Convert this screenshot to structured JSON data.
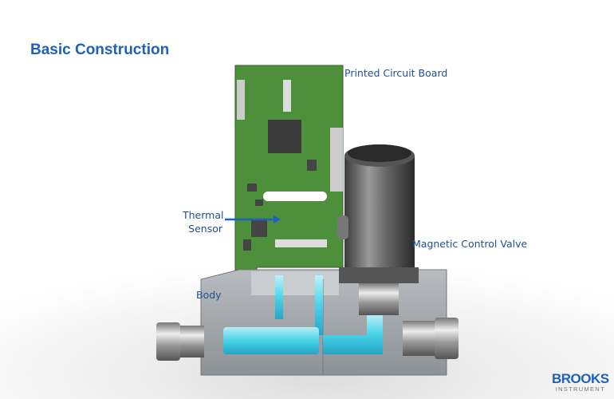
{
  "title": "Basic Construction",
  "labels": {
    "pcb": "Printed Circuit Board",
    "thermal_sensor_line1": "Thermal",
    "thermal_sensor_line2": "Sensor",
    "valve": "Magnetic Control Valve",
    "body": "Body"
  },
  "logo": {
    "brand": "BROOKS",
    "sub": "INSTRUMENT"
  },
  "colors": {
    "title": "#1f5fbf",
    "label": "#1f4e99",
    "pcb": "#4e8f3c",
    "flow": "#3fd8f0"
  }
}
